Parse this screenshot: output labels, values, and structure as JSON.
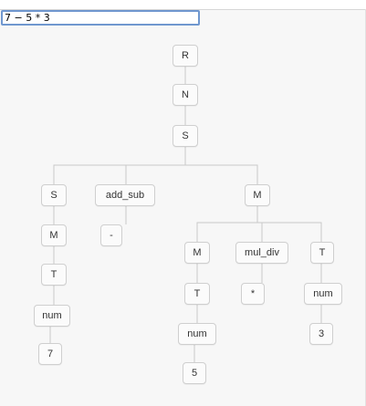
{
  "input": {
    "value": "7 − 5 * 3"
  },
  "tree": {
    "n1": "R",
    "n2": "N",
    "n3": "S",
    "n4": "S",
    "n5": "add_sub",
    "n6": "M",
    "n7": "M",
    "n8": "-",
    "n9": "M",
    "n10": "mul_div",
    "n11": "T",
    "n12": "T",
    "n13": "T",
    "n14": "*",
    "n15": "num",
    "n16": "num",
    "n17": "num",
    "n18": "7",
    "n19": "3",
    "n20": "5"
  }
}
